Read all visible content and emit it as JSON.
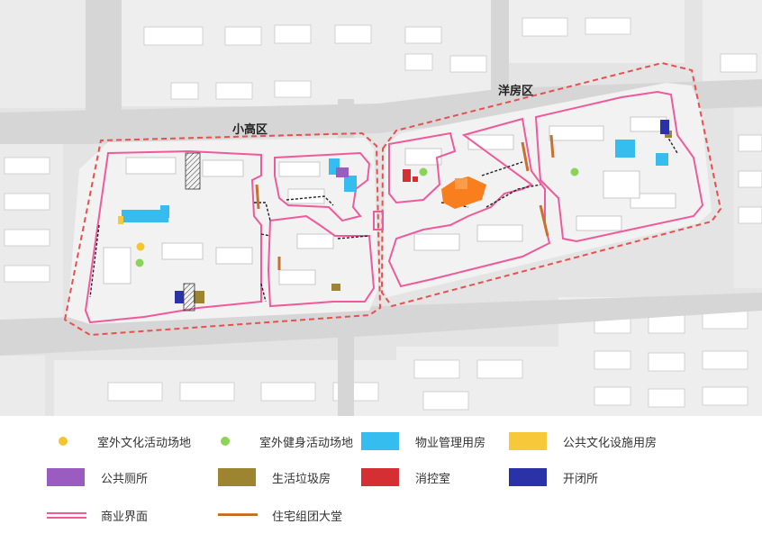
{
  "map": {
    "zones": [
      {
        "name": "小高区"
      },
      {
        "name": "洋房区"
      }
    ]
  },
  "legend": [
    {
      "label": "室外文化活动场地",
      "symbol": "dot",
      "color": "#f5c531"
    },
    {
      "label": "室外健身活动场地",
      "symbol": "dot",
      "color": "#8cd35a"
    },
    {
      "label": "物业管理用房",
      "symbol": "box",
      "color": "#35bdf0"
    },
    {
      "label": "公共文化设施用房",
      "symbol": "box",
      "color": "#f7c93a"
    },
    {
      "label": "公共厕所",
      "symbol": "box",
      "color": "#9a5cc0"
    },
    {
      "label": "生活垃圾房",
      "symbol": "box",
      "color": "#9c8430"
    },
    {
      "label": "消控室",
      "symbol": "box",
      "color": "#d52f33"
    },
    {
      "label": "开闭所",
      "symbol": "box",
      "color": "#2b32a8"
    },
    {
      "label": "商业界面",
      "symbol": "pink-line",
      "color": "#ee5a9a"
    },
    {
      "label": "住宅组团大堂",
      "symbol": "orange-line",
      "color": "#c8702c"
    }
  ],
  "colors": {
    "road": "#d9d9d9",
    "block": "#f0f0f0",
    "building": "#ffffff",
    "commercial_boundary": "#ee5a9a",
    "zone_outline": "#e85050",
    "pedestrian_path": "#222222",
    "activity_area": "#f97e1e"
  }
}
